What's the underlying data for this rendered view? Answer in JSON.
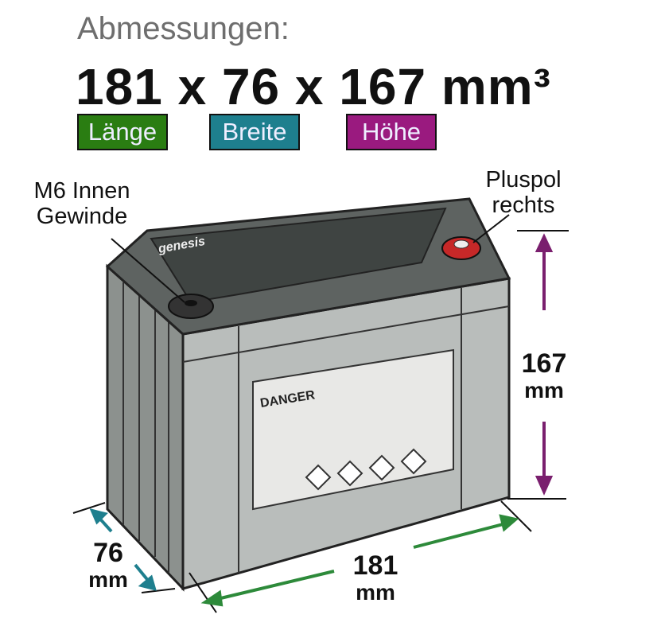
{
  "header": {
    "subtitle": "Abmessungen:",
    "headline": "181 x 76 x 167 mm³"
  },
  "badges": [
    {
      "label": "Länge",
      "color": "#2a7d12"
    },
    {
      "label": "Breite",
      "color": "#1e7f8e"
    },
    {
      "label": "Höhe",
      "color": "#9a1a7f"
    }
  ],
  "annotations": {
    "thread_line1": "M6 Innen",
    "thread_line2": "Gewinde",
    "pole_line1": "Pluspol",
    "pole_line2": "rechts"
  },
  "dimensions": {
    "height_value": "167",
    "height_unit": "mm",
    "width_value": "76",
    "width_unit": "mm",
    "length_value": "181",
    "length_unit": "mm"
  },
  "battery": {
    "brand": "genesis",
    "warning": "DANGER"
  }
}
